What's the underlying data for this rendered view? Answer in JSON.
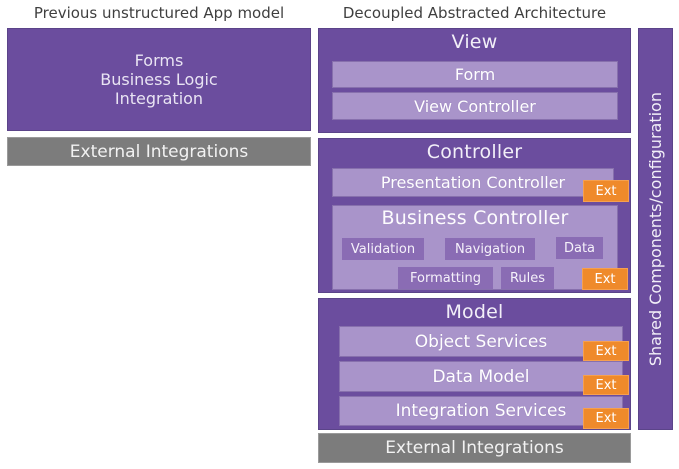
{
  "titles": {
    "left": "Previous unstructured App model",
    "right": "Decoupled Abstracted Architecture"
  },
  "left_column": {
    "app_box": {
      "lines": [
        "Forms",
        "Business Logic",
        "Integration"
      ]
    },
    "external_integrations": "External Integrations"
  },
  "architecture": {
    "view": {
      "header": "View",
      "rows": [
        "Form",
        "View Controller"
      ]
    },
    "controller": {
      "header": "Controller",
      "presentation_controller": "Presentation Controller",
      "business_controller": {
        "header": "Business Controller",
        "chips": [
          "Validation",
          "Navigation",
          "Data",
          "Formatting",
          "Rules"
        ]
      }
    },
    "model": {
      "header": "Model",
      "rows": [
        "Object Services",
        "Data Model",
        "Integration Services"
      ]
    },
    "external_integrations": "External Integrations"
  },
  "sidebar": {
    "label": "Shared Components/configuration"
  },
  "badges": {
    "ext": "Ext"
  },
  "colors": {
    "purple_dark": "#6B4D9E",
    "purple_border": "#5B4489",
    "lavender": "#A994CA",
    "lavender_border": "#8770AD",
    "chip_purple": "#8A6CB4",
    "orange": "#EF8A2B",
    "gray_bar": "#7C7C7C",
    "title_text": "#3F3F3F",
    "light_text": "#FFFFFF"
  }
}
